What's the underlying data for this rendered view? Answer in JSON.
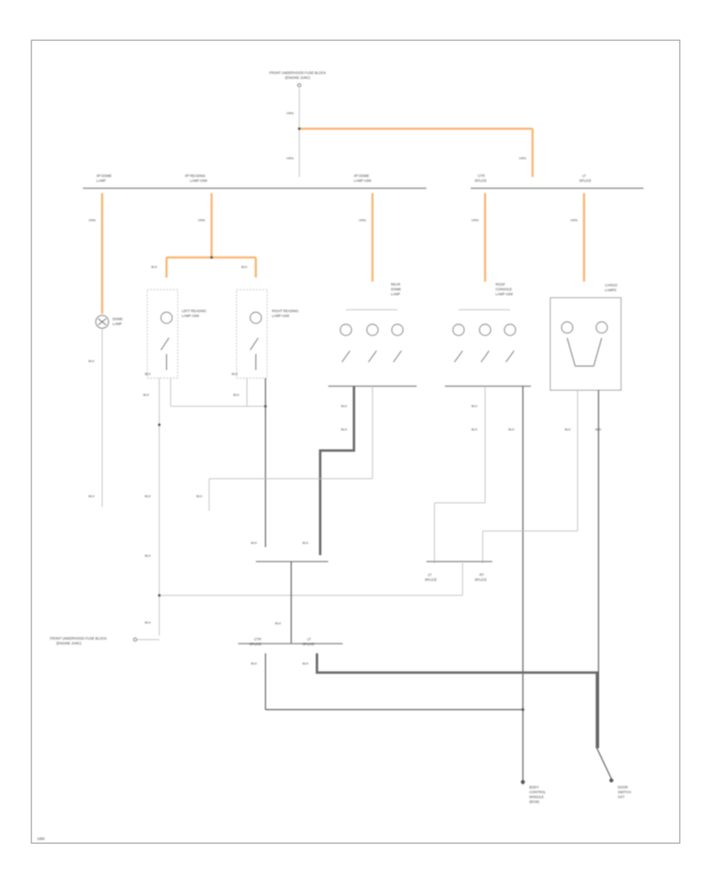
{
  "diagram": {
    "colors": {
      "frame": "#9a9a9a",
      "power_wire": "#f6b26b",
      "ground_wire": "#bdbdbd",
      "heavy_wire": "#6a6a6a"
    },
    "top_source": [
      "FRONT UNDERHOOD FUSE BLOCK",
      "(ENGINE JUNC)"
    ],
    "wire_tags": {
      "feed1": "ORN",
      "feed2": "ORN",
      "feed3": "ORN",
      "c1": "ORN",
      "c2": "ORN",
      "c3": "ORN",
      "c4": "ORN",
      "c5": "ORN",
      "g1": "BLK",
      "g2": "BLK",
      "g3": "BLK",
      "g4": "BLK",
      "g5": "BLK",
      "g6": "BLK",
      "g7": "BLK",
      "g8": "BLK",
      "g9": "BLK",
      "g10": "BLK",
      "g11": "BLK",
      "g12": "BLK",
      "g13": "BLK",
      "g14": "BLK",
      "g15": "BLK",
      "g16": "BLK",
      "g17": "BLK",
      "g18": "BLK",
      "g19": "BLK",
      "g20": "BLK",
      "g21": "BLK",
      "g22": "BLK",
      "g23": "BLK",
      "g24": "BLK"
    },
    "bus_labels": {
      "l1": [
        "I/P DOME",
        "LAMP"
      ],
      "l2": [
        "I/P READING",
        "LAMP ASM"
      ],
      "l3": [
        "I/P DOME",
        "LAMP ASM"
      ],
      "l4": [
        "CTR",
        "SPLICE"
      ],
      "l5": [
        "LT",
        "SPLICE"
      ]
    },
    "component_labels": {
      "dome": [
        "DOME",
        "LAMP"
      ],
      "left_reading": [
        "LEFT READING",
        "LAMP ASM"
      ],
      "right_reading": [
        "RIGHT READING",
        "LAMP ASM"
      ],
      "rear_dome": [
        "REAR",
        "DOME",
        "LAMP"
      ],
      "roof_console": [
        "ROOF",
        "CONSOLE",
        "LAMP ASM"
      ],
      "cargo_lamps": [
        "CARGO",
        "LAMPS"
      ]
    },
    "splices": {
      "s1": [
        "LT",
        "SPLICE"
      ],
      "s2": [
        "RT",
        "SPLICE"
      ],
      "s3": [
        "CTR",
        "SPLICE"
      ],
      "s4": [
        "LT",
        "SPLICE"
      ],
      "left_ground": [
        "FRONT UNDERHOOD FUSE BLOCK",
        "(ENGINE JUNC)"
      ]
    },
    "outputs": {
      "o1": [
        "BODY",
        "CONTROL",
        "MODULE",
        "(BCM)"
      ],
      "o2": [
        "DOOR",
        "SWITCH",
        "CKT"
      ]
    },
    "footer_code": "1999"
  }
}
